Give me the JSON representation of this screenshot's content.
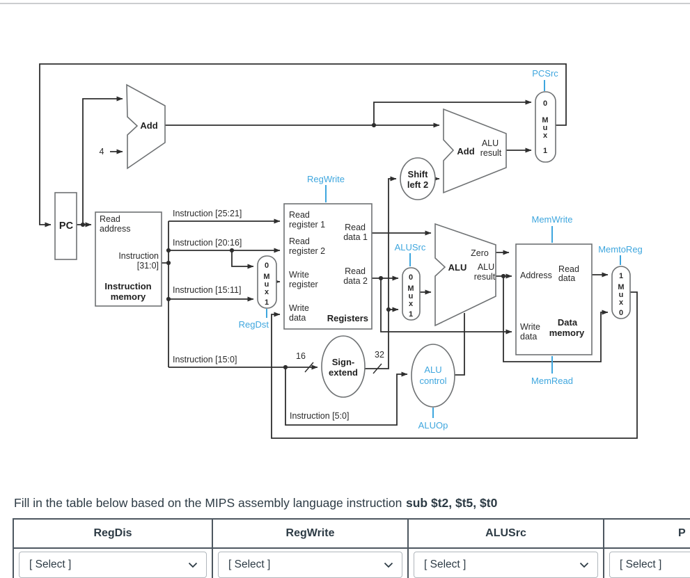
{
  "diagram": {
    "control_color": "#3ea6de",
    "labels": {
      "pcsrc": "PCSrc",
      "regwrite": "RegWrite",
      "alusrc": "ALUSrc",
      "regdst": "RegDst",
      "memwrite": "MemWrite",
      "memread": "MemRead",
      "memtoreg": "MemtoReg",
      "aluop": "ALUOp",
      "alu_control_1": "ALU",
      "alu_control_2": "control",
      "pc": "PC",
      "add": "Add",
      "four": "4",
      "im_read": "Read",
      "im_address": "address",
      "im_instr": "Instruction",
      "im_range": "[31:0]",
      "im_name_1": "Instruction",
      "im_name_2": "memory",
      "instr_25_21": "Instruction [25:21]",
      "instr_20_16": "Instruction [20:16]",
      "instr_15_11": "Instruction [15:11]",
      "instr_15_0": "Instruction [15:0]",
      "instr_5_0": "Instruction [5:0]",
      "read": "Read",
      "write": "Write",
      "data": "data",
      "register_1": "register 1",
      "register_2": "register 2",
      "register": "register",
      "data_1": "data 1",
      "data_2": "data 2",
      "registers": "Registers",
      "address": "Address",
      "data_cap": "Data",
      "memory": "memory",
      "shift_1": "Shift",
      "shift_2": "left 2",
      "sign_1": "Sign-",
      "sign_2": "extend",
      "alu": "ALU",
      "zero": "Zero",
      "result": "result",
      "n16": "16",
      "n32": "32",
      "m": "M",
      "u": "u",
      "x": "x",
      "b0": "0",
      "b1": "1"
    }
  },
  "question": {
    "text": "Fill in the table below based on the MIPS assembly language instruction",
    "instruction": "sub $t2, $t5, $t0"
  },
  "table": {
    "columns": [
      {
        "header": "RegDis",
        "select": "[ Select ]"
      },
      {
        "header": "RegWrite",
        "select": "[ Select ]"
      },
      {
        "header": "ALUSrc",
        "select": "[ Select ]"
      },
      {
        "header": "P",
        "select": "[ Select ]"
      }
    ]
  }
}
